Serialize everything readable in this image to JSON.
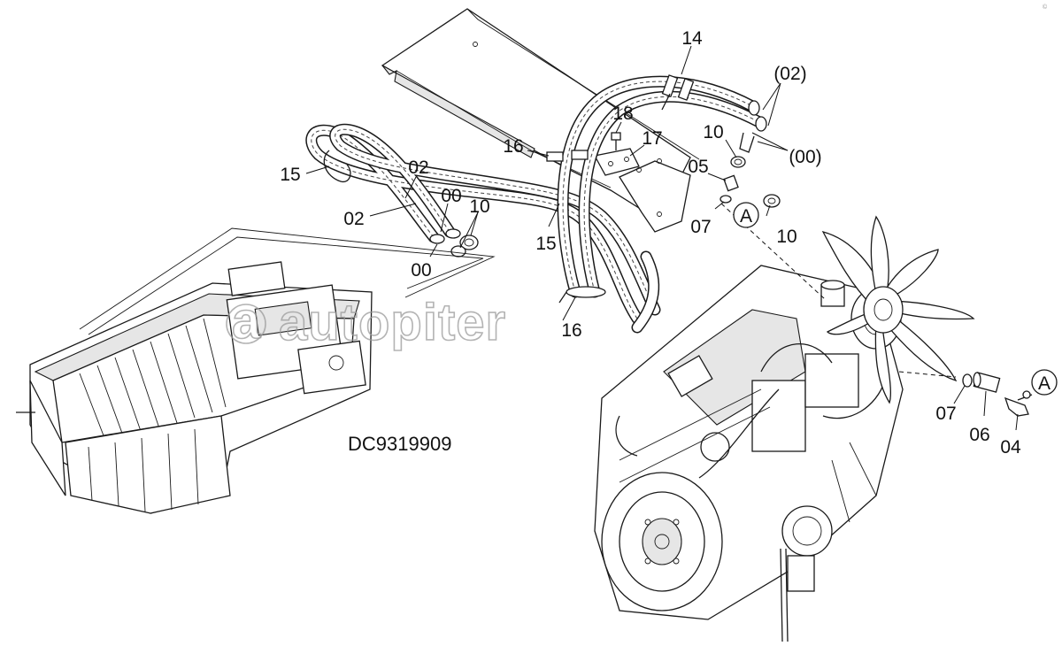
{
  "drawing_code": "DC9319909",
  "watermark": "autopiter",
  "corner_mark": "©",
  "callouts": {
    "c14": "14",
    "c02_top": "(02)",
    "c00_top": "(00)",
    "c10_top": "10",
    "c18": "18",
    "c17": "17",
    "c16_top": "16",
    "c15_top": "15",
    "c02_a": "02",
    "c02_b": "02",
    "c00_a": "00",
    "c00_b": "00",
    "c10_mid": "10",
    "c05": "05",
    "c07_top": "07",
    "cA_top": "A",
    "c10_low": "10",
    "c15_mid": "15",
    "c16_low": "16",
    "c07_right": "07",
    "c06": "06",
    "c04": "04",
    "cA_right": "A"
  },
  "colors": {
    "line": "#1a1a1a",
    "watermark": "#9a9a9a",
    "background": "#ffffff"
  }
}
